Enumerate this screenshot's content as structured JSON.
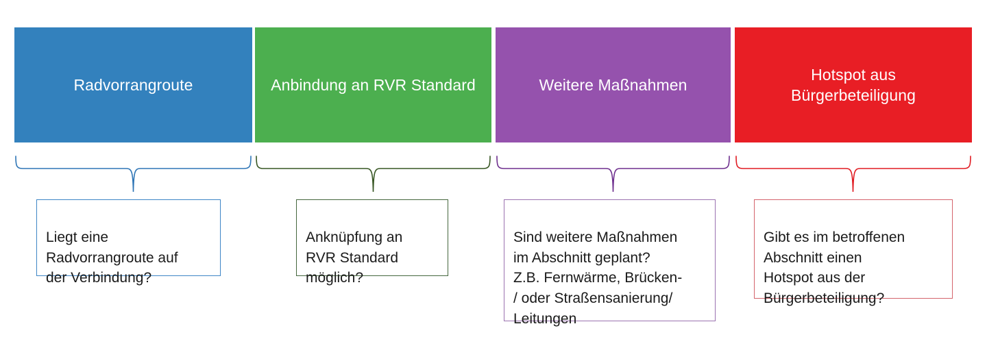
{
  "diagram": {
    "title": "Pruefkriterien Radverkehr Abschnittsbewertung",
    "type": "four-column-criteria-flow",
    "columns": [
      {
        "id": "radvorrangroute",
        "header_label": "Radvorrangroute",
        "header_color": "#3381BD",
        "brace_color": "#2E75B6",
        "question_text": "Liegt eine\nRadvorrangroute auf\nder Verbindung?",
        "question_border_color": "#3D85C6"
      },
      {
        "id": "anbindung-rvr-standard",
        "header_label": "Anbindung an RVR Standard",
        "header_color": "#4CAF4F",
        "brace_color": "#375623",
        "question_text": "Anknüpfung an\nRVR Standard\nmöglich?",
        "question_border_color": "#44663D"
      },
      {
        "id": "weitere-massnahmen",
        "header_label": "Weitere Maßnahmen",
        "header_color": "#9552AD",
        "brace_color": "#6E2F8E",
        "question_text": "Sind weitere Maßnahmen\nim Abschnitt geplant?\nZ.B. Fernwärme, Brücken-\n/ oder Straßensanierung/\nLeitungen",
        "question_border_color": "#9B72B0"
      },
      {
        "id": "hotspot-buergerbeteiligung",
        "header_label": "Hotspot aus\nBürgerbeteiligung",
        "header_color": "#E81E25",
        "brace_color": "#E01B22",
        "question_text": "Gibt es im betroffenen\nAbschnitt einen\nHotspot aus der\nBürgerbeteiligung?",
        "question_border_color": "#D4636B"
      }
    ]
  }
}
